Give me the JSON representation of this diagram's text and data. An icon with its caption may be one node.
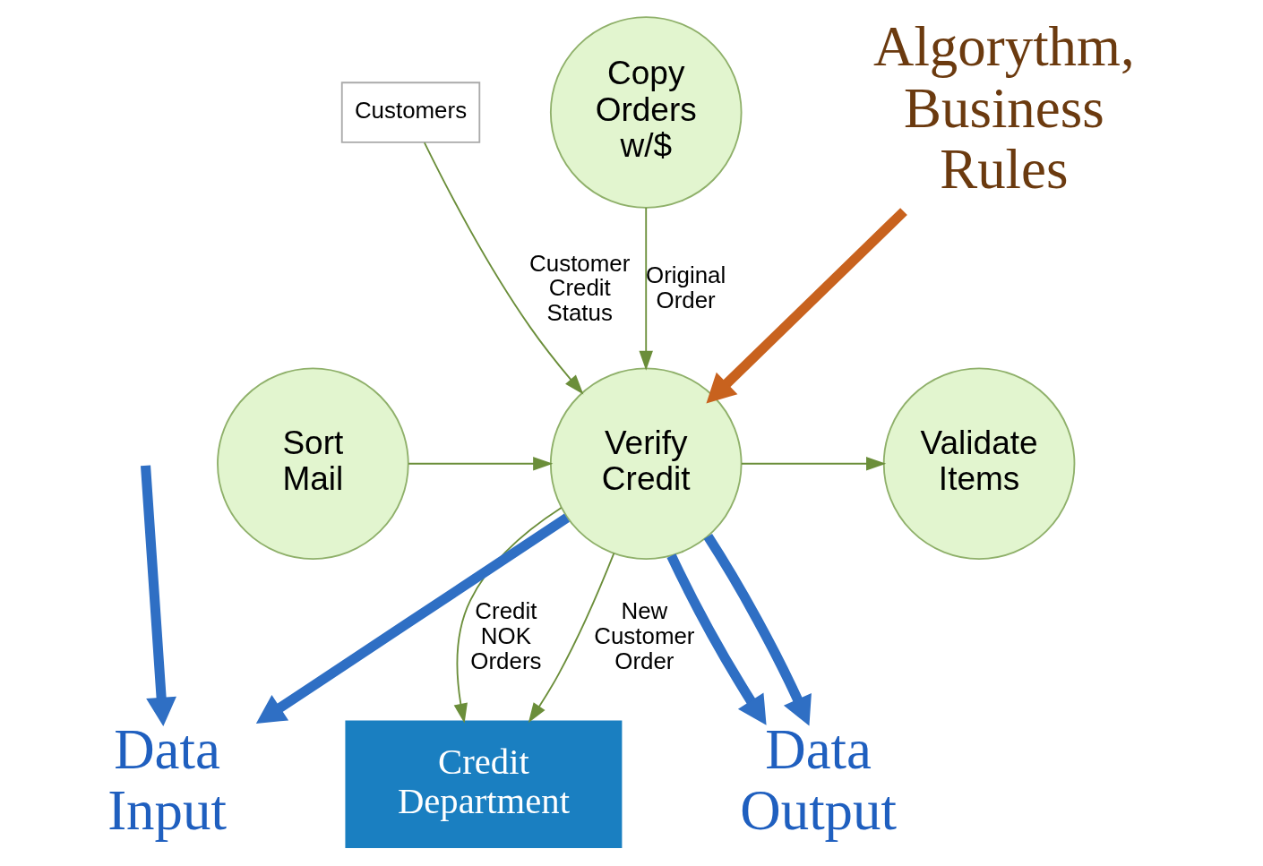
{
  "diagram": {
    "nodes": [
      {
        "text": [
          "Customers"
        ]
      },
      {
        "text": [
          "Sort Mail"
        ]
      },
      {
        "text": [
          "Verify Credit"
        ]
      },
      {
        "text": [
          "Validate Items"
        ]
      },
      {
        "text": [
          "Copy Orders w/$"
        ]
      },
      {
        "text": [
          "Credit Department"
        ]
      },
      {
        "text": [
          "Data Input"
        ]
      },
      {
        "text": [
          "Algorythm, Business Rules"
        ]
      },
      {
        "text": [
          "Data Output"
        ]
      }
    ],
    "edges": [
      {
        "from": 0,
        "to": 2,
        "arrow": "to",
        "label": "Customer Credit Status"
      },
      {
        "from": 1,
        "to": 2,
        "arrow": "to"
      },
      {
        "from": 4,
        "to": 2,
        "arrow": "to",
        "label": "Original Order"
      },
      {
        "from": 2,
        "to": 3,
        "arrow": "to"
      },
      {
        "from": 2,
        "to": 5,
        "arrow": "to",
        "label": "New Customer Order"
      },
      {
        "from": 2,
        "to": 5,
        "arrow": "to",
        "label": "Credit NOK Orders"
      },
      {
        "from": null,
        "to": 6,
        "arrow": "to",
        "style": "thick",
        "color": "#2f6fc4"
      },
      {
        "from": 2,
        "to": 6,
        "arrow": "to",
        "style": "thick",
        "color": "#2f6fc4"
      },
      {
        "from": 7,
        "to": 2,
        "arrow": "to",
        "style": "thick",
        "color": "#c8621e"
      },
      {
        "from": 2,
        "to": 8,
        "arrow": "to",
        "style": "thick",
        "color": "#2f6fc4"
      },
      {
        "from": 2,
        "to": 8,
        "arrow": "to",
        "style": "thick",
        "color": "#2f6fc4"
      }
    ]
  }
}
